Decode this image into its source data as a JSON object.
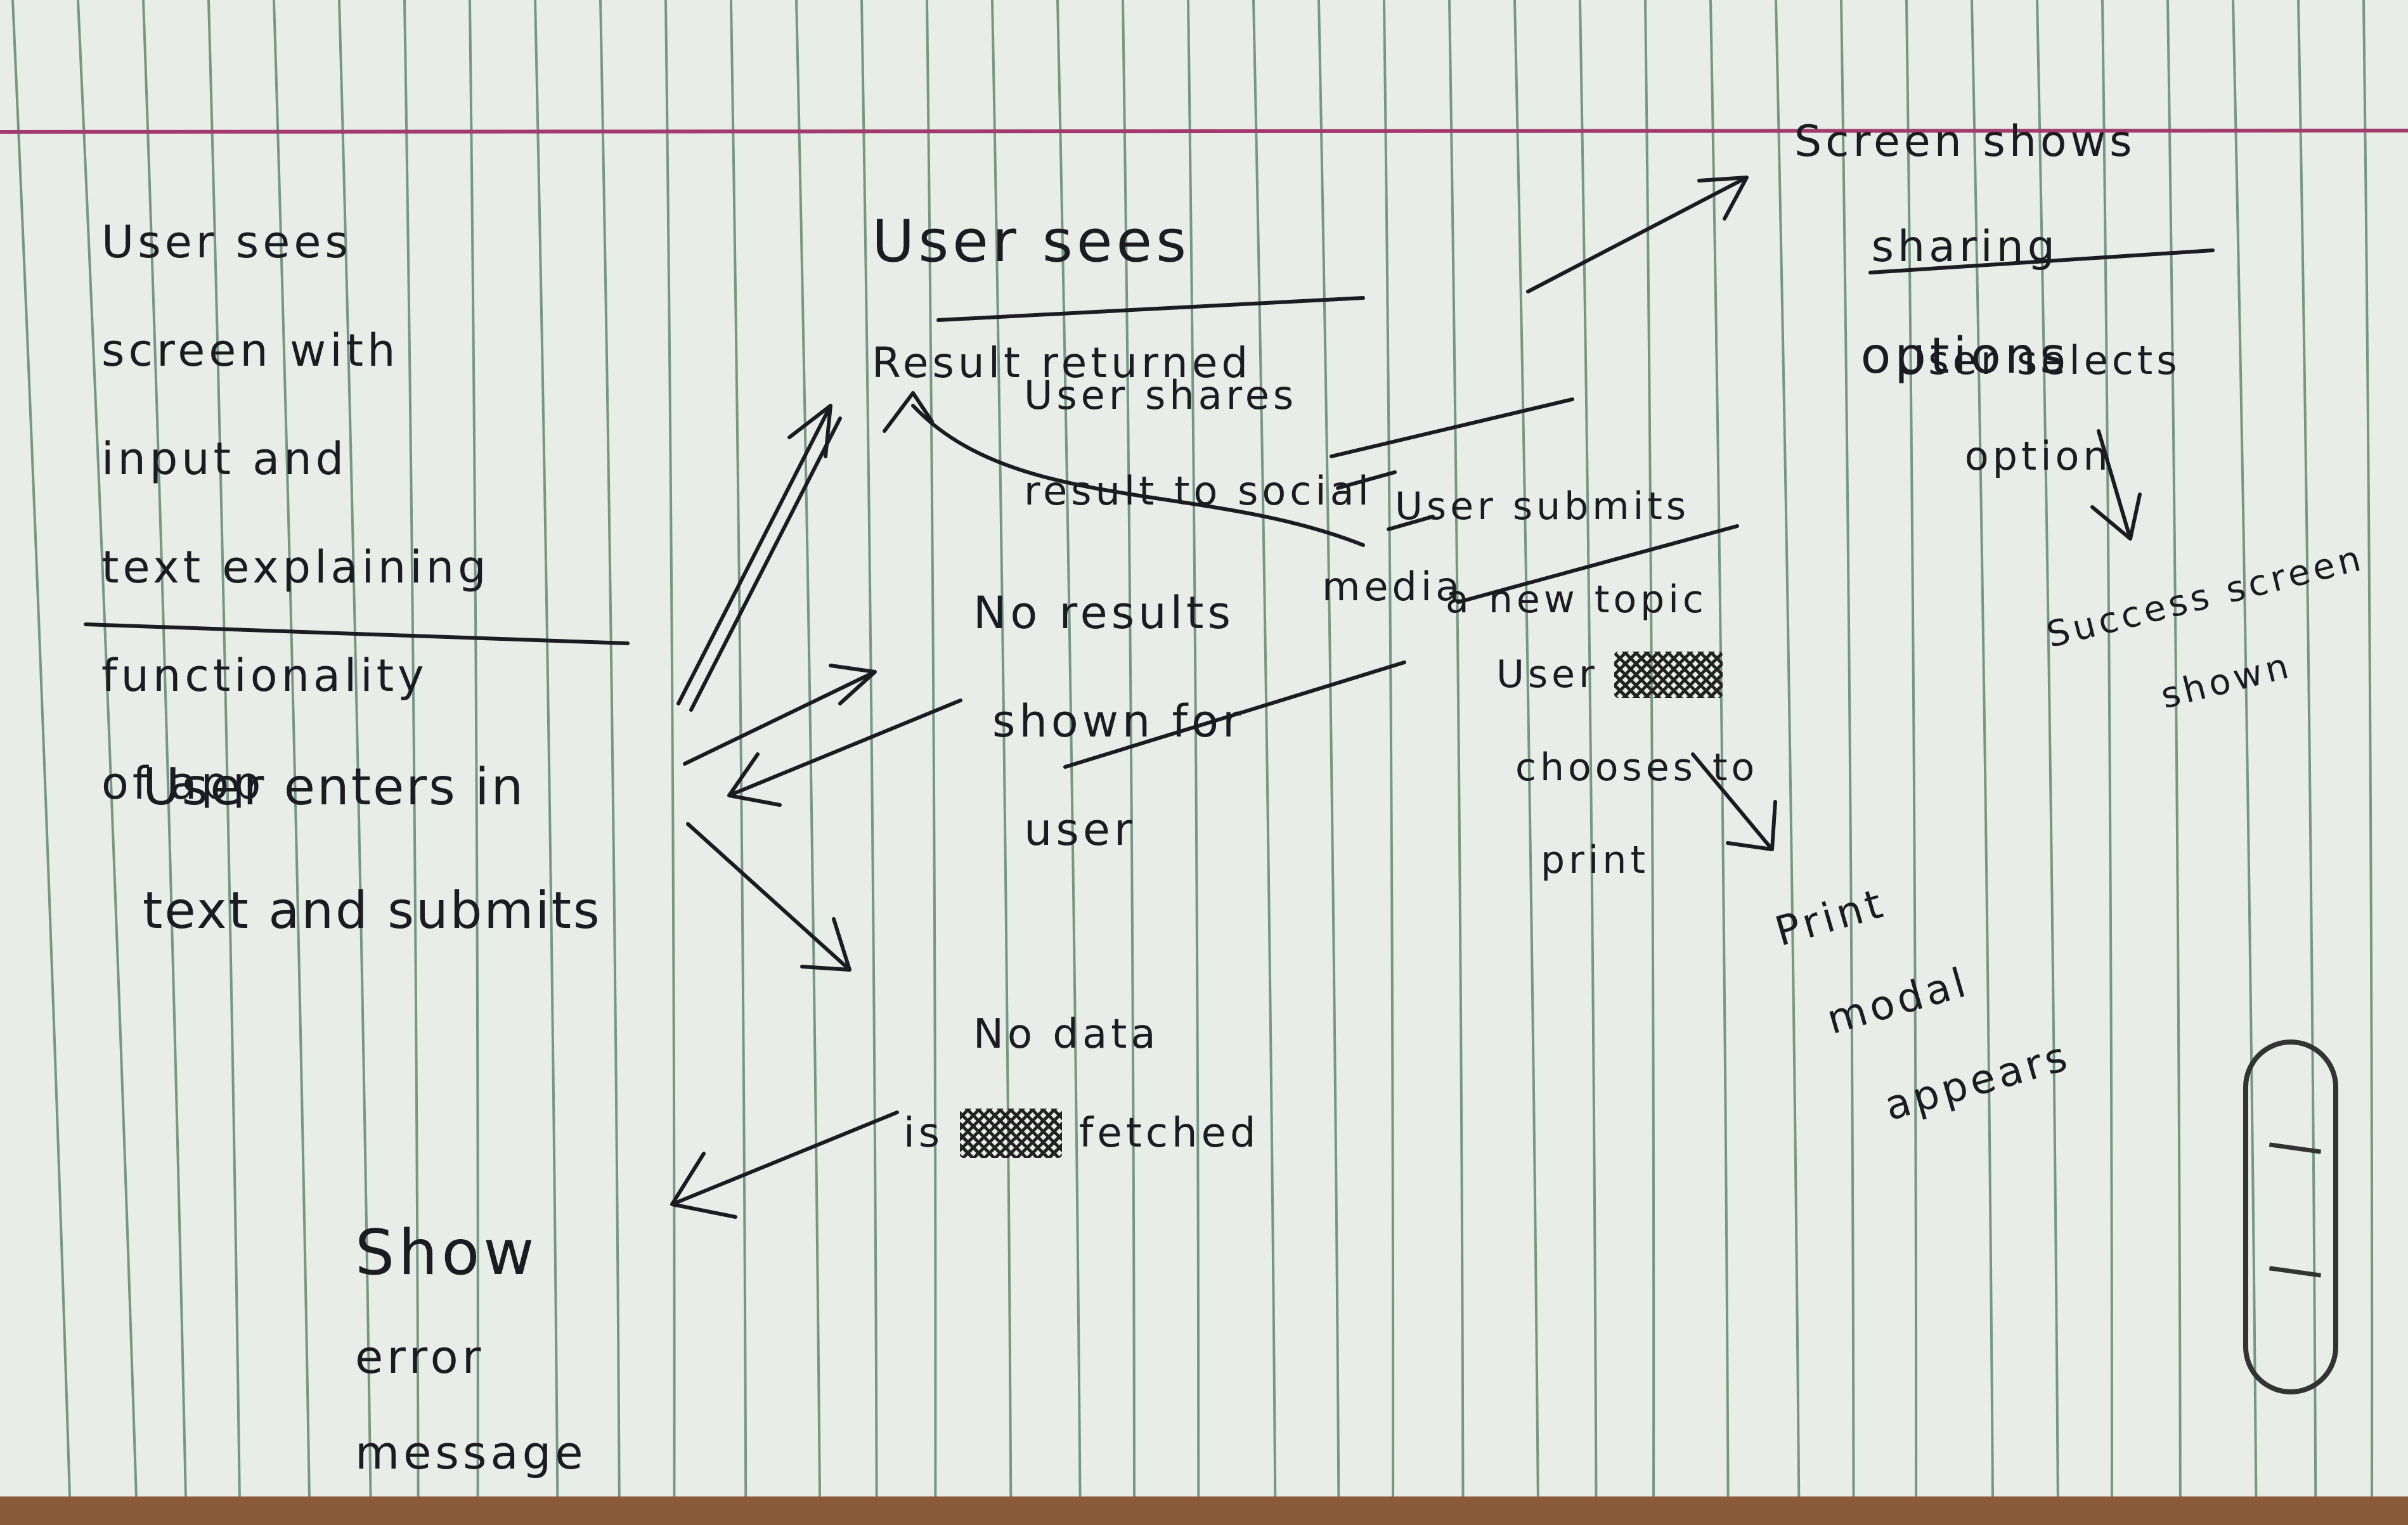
{
  "notes": {
    "start": [
      "User sees",
      "screen with",
      "input and",
      "text explaining",
      "functionality",
      "of app"
    ],
    "enter": [
      "User enters in",
      "text and submits"
    ],
    "result": [
      "User sees",
      "Result returned"
    ],
    "shares": [
      "User shares",
      "result to social",
      "media"
    ],
    "submits_new": [
      "User submits",
      "a new topic"
    ],
    "no_results": [
      "No results",
      "shown for",
      "user"
    ],
    "chooses_print": [
      "User",
      "chooses to",
      "print"
    ],
    "crossed_word": "print",
    "no_data_1": "No data",
    "no_data_2a": "is",
    "no_data_crossed": "able",
    "no_data_2b": "fetched",
    "error": [
      "Show",
      "error",
      "message"
    ],
    "sharing": [
      "Screen shows",
      "sharing",
      "options"
    ],
    "selects": [
      "User selects",
      "option"
    ],
    "success": [
      "Success screen",
      "shown"
    ],
    "print_modal": [
      "Print",
      "modal",
      "appears"
    ]
  },
  "colors": {
    "paper": "#e9ede8",
    "rule": "#4e7a62",
    "margin_line": "#a23a6e",
    "ink": "#1b1b22",
    "table": "#8a5a3a"
  }
}
